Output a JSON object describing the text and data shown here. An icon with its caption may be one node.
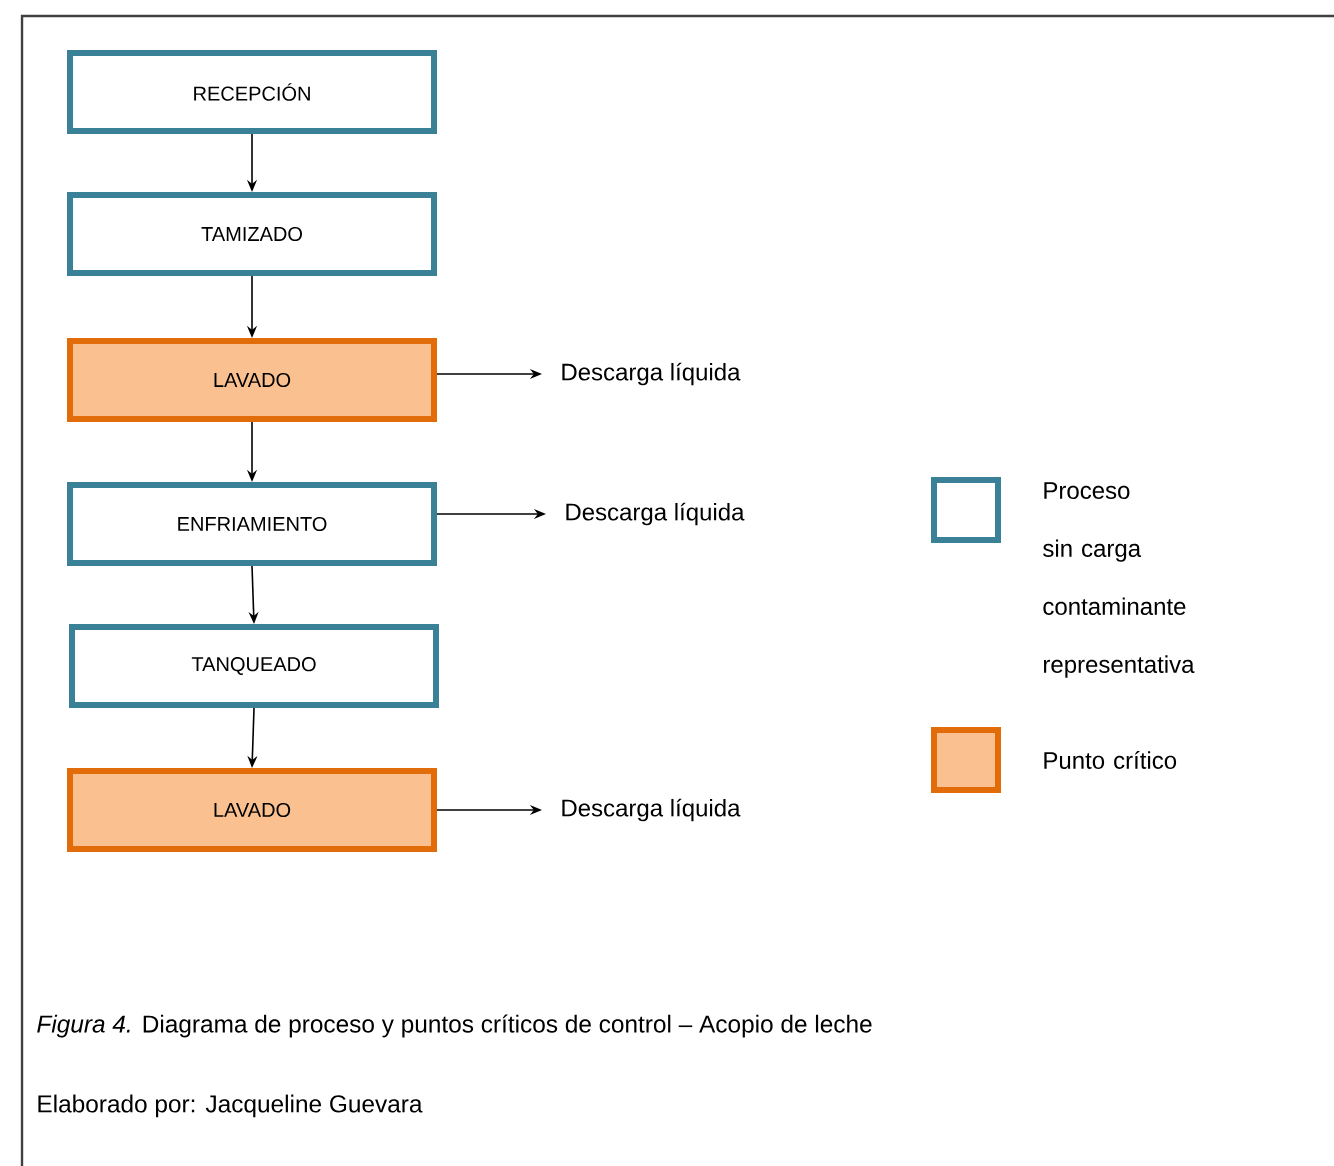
{
  "diagram": {
    "caption": "*Figura 4.* Diagrama de proceso y puntos críticos de control – Acopio de leche",
    "nodes": [
      {
        "text": [
          "RECEPCIÓN"
        ]
      },
      {
        "text": [
          "TAMIZADO"
        ]
      },
      {
        "text": [
          "LAVADO"
        ]
      },
      {
        "text": [
          "ENFRIAMIENTO"
        ]
      },
      {
        "text": [
          "TANQUEADO"
        ]
      },
      {
        "text": [
          "LAVADO"
        ]
      },
      {
        "text": [
          "Descarga líquida"
        ]
      },
      {
        "text": [
          "Descarga  líquida"
        ]
      },
      {
        "text": [
          "Descarga líquida"
        ]
      }
    ],
    "edges": [
      {
        "from": 0,
        "to": 1,
        "arrow": "to"
      },
      {
        "from": 1,
        "to": 2,
        "arrow": "to"
      },
      {
        "from": 2,
        "to": 3,
        "arrow": "to"
      },
      {
        "from": 3,
        "to": 4,
        "arrow": "to"
      },
      {
        "from": 4,
        "to": 5,
        "arrow": "to"
      },
      {
        "from": 2,
        "to": 6,
        "arrow": "to"
      },
      {
        "from": 3,
        "to": 7,
        "arrow": "to"
      },
      {
        "from": 5,
        "to": 8,
        "arrow": "to"
      }
    ],
    "labels": [
      "Elaborado por: Jacqueline Guevara"
    ],
    "legend": [
      {
        "text": "Proceso sin carga contaminante representativa"
      },
      {
        "text": "Punto crítico",
        "color": "#fac090"
      }
    ]
  }
}
